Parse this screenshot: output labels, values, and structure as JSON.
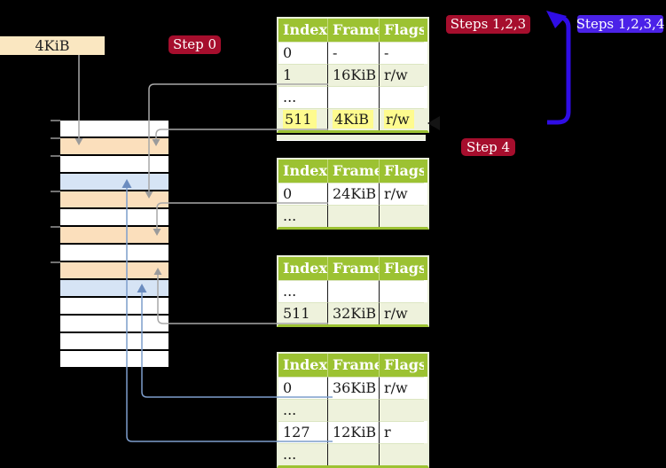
{
  "labels": {
    "frame_size": "4KiB",
    "step_0": "Step 0",
    "steps_1_2_3": "Steps 1,2,3",
    "steps_1_2_3_4": "Steps 1,2,3,4",
    "step_4": "Step 4"
  },
  "memory_strip": {
    "description": "physical memory frames, 4KiB per row",
    "rows": [
      "free",
      "page-table",
      "free",
      "mapped-page",
      "page-table",
      "free",
      "page-table",
      "free",
      "page-table",
      "mapped-page",
      "free",
      "free",
      "free",
      "free"
    ],
    "tick_count": 6
  },
  "page_tables": [
    {
      "name": "page-table-level-1",
      "headers": [
        "Index",
        "Frame",
        "Flags"
      ],
      "rows": [
        {
          "cells": [
            "0",
            "-",
            "-"
          ],
          "highlight": false
        },
        {
          "cells": [
            "1",
            "16KiB",
            "r/w"
          ],
          "highlight": false
        },
        {
          "cells": [
            "...",
            "",
            ""
          ],
          "highlight": false
        },
        {
          "cells": [
            "511",
            "4KiB",
            "r/w"
          ],
          "highlight": true
        }
      ]
    },
    {
      "name": "page-table-level-2",
      "headers": [
        "Index",
        "Frame",
        "Flags"
      ],
      "rows": [
        {
          "cells": [
            "0",
            "24KiB",
            "r/w"
          ],
          "highlight": false
        },
        {
          "cells": [
            "...",
            "",
            ""
          ],
          "highlight": false
        }
      ]
    },
    {
      "name": "page-table-level-3",
      "headers": [
        "Index",
        "Frame",
        "Flags"
      ],
      "rows": [
        {
          "cells": [
            "...",
            "",
            ""
          ],
          "highlight": false
        },
        {
          "cells": [
            "511",
            "32KiB",
            "r/w"
          ],
          "highlight": false
        }
      ]
    },
    {
      "name": "page-table-level-4",
      "headers": [
        "Index",
        "Frame",
        "Flags"
      ],
      "rows": [
        {
          "cells": [
            "0",
            "36KiB",
            "r/w"
          ],
          "highlight": false
        },
        {
          "cells": [
            "...",
            "",
            ""
          ],
          "highlight": false
        },
        {
          "cells": [
            "127",
            "12KiB",
            "r"
          ],
          "highlight": false
        },
        {
          "cells": [
            "...",
            "",
            ""
          ],
          "highlight": false
        }
      ]
    }
  ],
  "colors": {
    "background": "#000000",
    "table_header_green": "#9CC232",
    "table_row_tint": "#EEF2DC",
    "frame_peach": "#FBDFBC",
    "page_blue": "#D6E4F5",
    "label_beige": "#FAE7C1",
    "step_crimson": "#A60E2D",
    "steps_violet": "#4B22E8",
    "big_arrow_blue": "#2F0DE5",
    "connector_gray": "#A8A8A8",
    "connector_steel_blue": "#7D9DCC",
    "highlight_yellow": "#FEFB8E"
  }
}
